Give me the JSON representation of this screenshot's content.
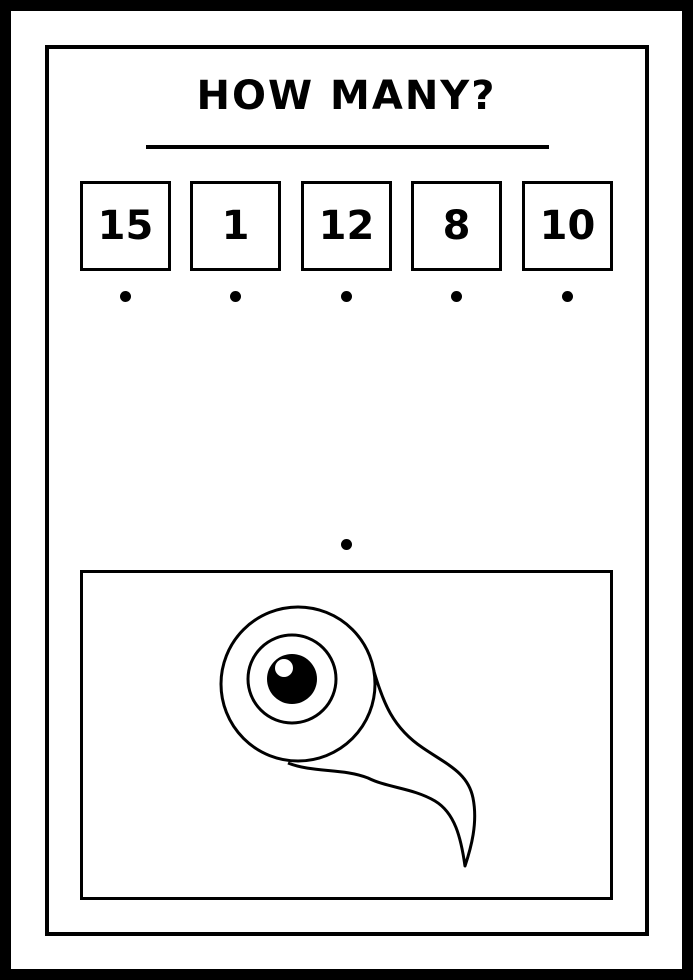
{
  "worksheet": {
    "title": "HOW MANY?",
    "options": [
      "15",
      "1",
      "12",
      "8",
      "10"
    ]
  },
  "illustration": {
    "icon": "eyeball-icon"
  }
}
